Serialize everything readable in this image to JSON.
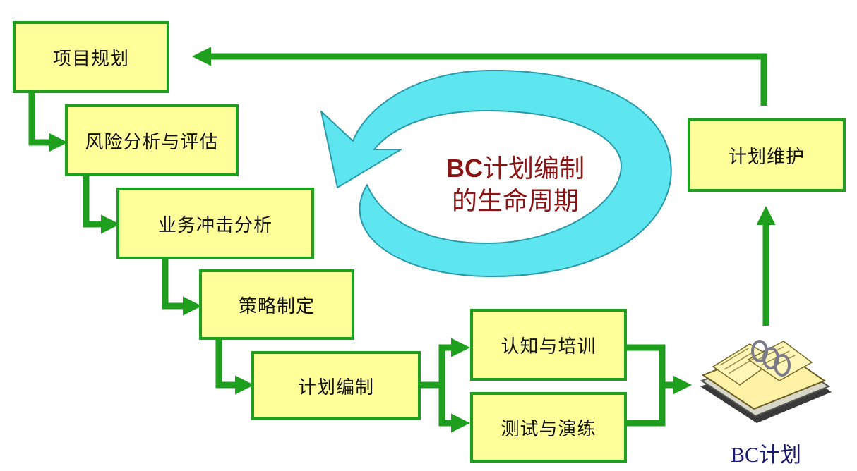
{
  "steps": {
    "project_planning": "项目规划",
    "risk_analysis": "风险分析与评估",
    "bia": "业务冲击分析",
    "strategy": "策略制定",
    "plan_writing": "计划编制",
    "awareness_training": "认知与培训",
    "testing_drills": "测试与演练",
    "plan_maintenance": "计划维护"
  },
  "cycle": {
    "line1_prefix": "BC",
    "line1_rest": "计划编制",
    "line2": "的生命周期"
  },
  "plan_label": "BC计划",
  "colors": {
    "box_fill": "#ffff99",
    "border_green": "#1ea01e",
    "cycle_fill": "#5ee6f0",
    "cycle_text": "#8b1414",
    "label_blue": "#1a1a70"
  }
}
